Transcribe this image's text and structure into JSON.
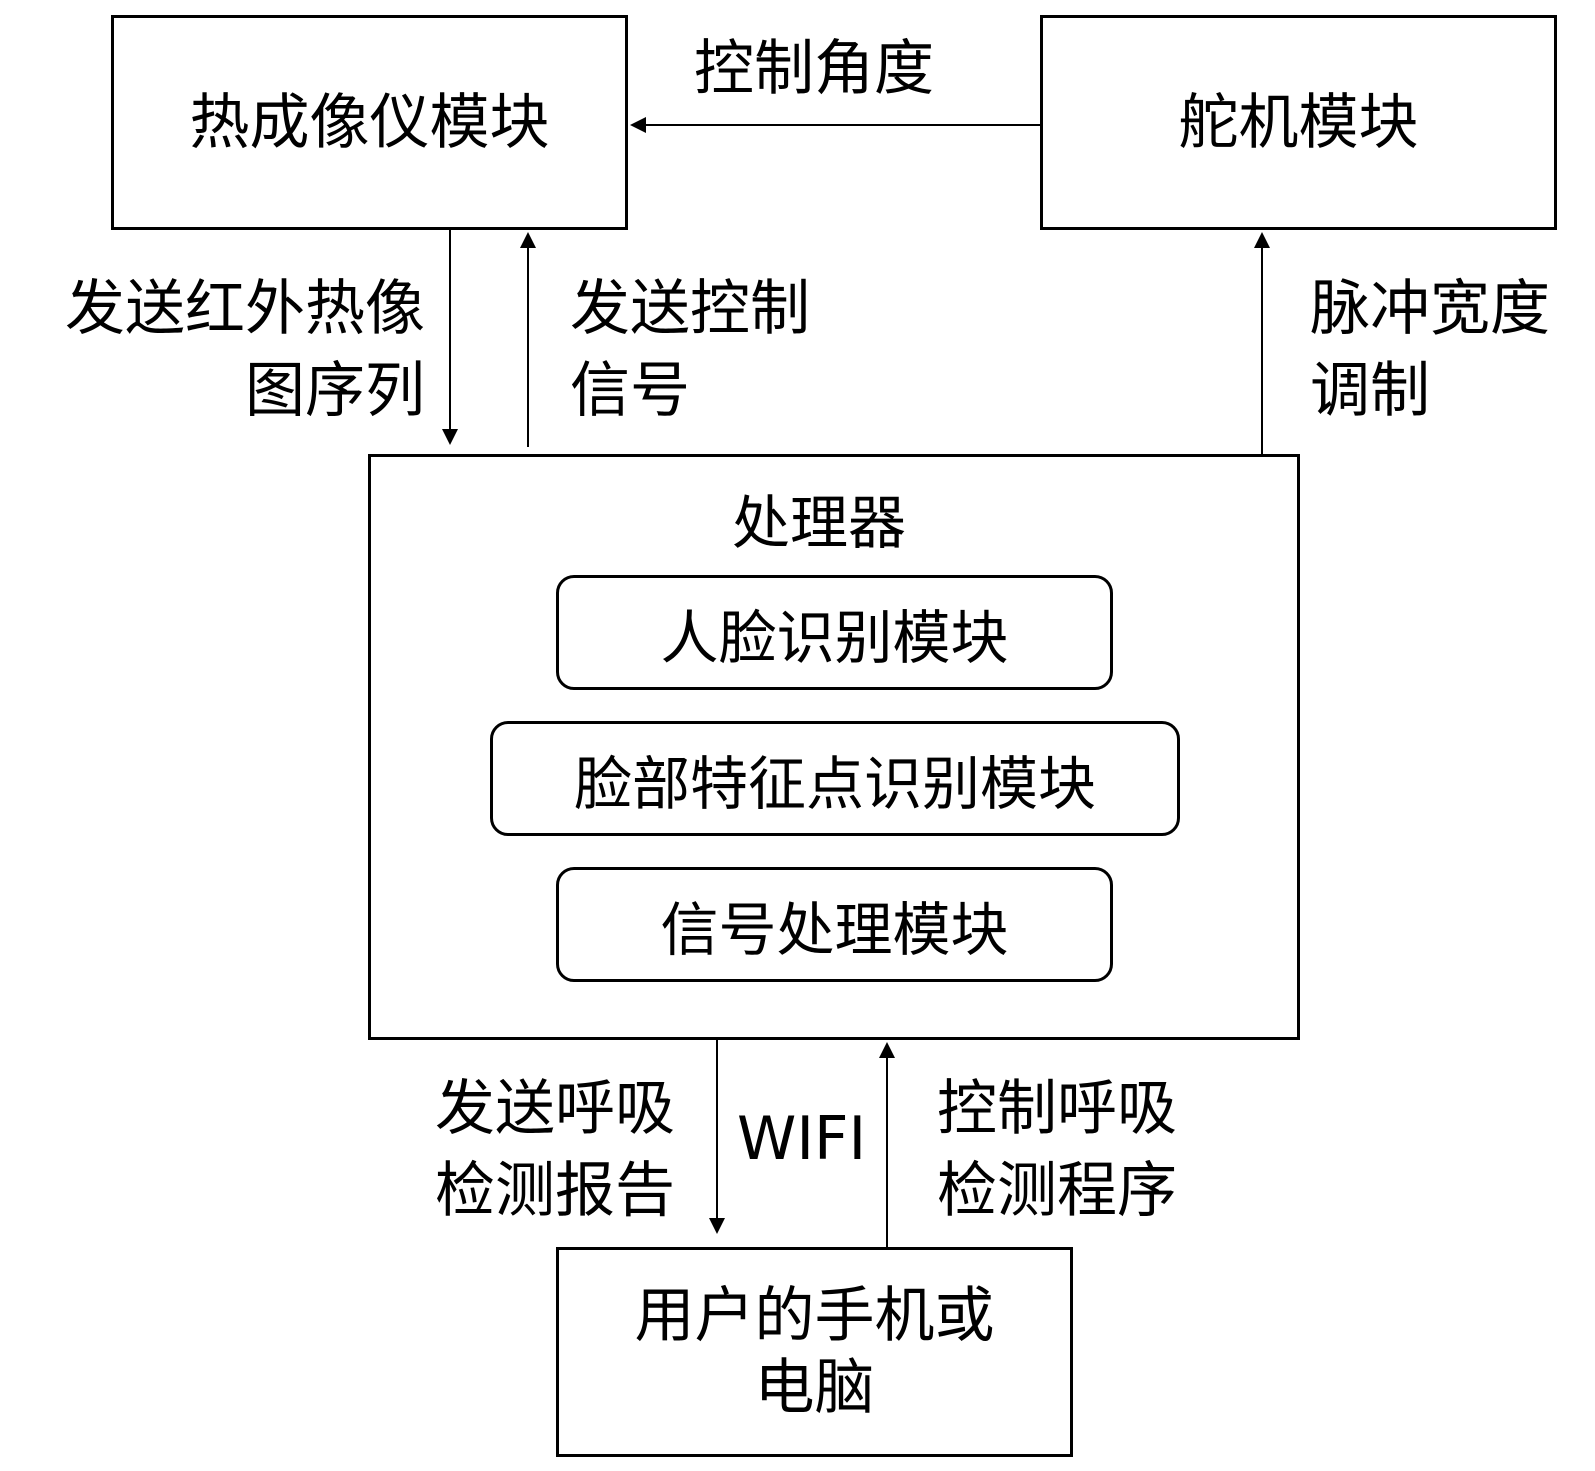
{
  "boxes": {
    "thermal": "热成像仪模块",
    "servo": "舵机模块",
    "processor": "处理器",
    "face": "人脸识别模块",
    "landmark": "脸部特征点识别模块",
    "signal": "信号处理模块",
    "user_line1": "用户的手机或",
    "user_line2": "电脑"
  },
  "labels": {
    "control_angle": "控制角度",
    "send_ir_line1": "发送红外热像",
    "send_ir_line2": "图序列",
    "send_ctrl_line1": "发送控制",
    "send_ctrl_line2": "信号",
    "pwm_line1": "脉冲宽度",
    "pwm_line2": "调制",
    "send_report_line1": "发送呼吸",
    "send_report_line2": "检测报告",
    "wifi": "WIFI",
    "ctrl_program_line1": "控制呼吸",
    "ctrl_program_line2": "检测程序"
  }
}
